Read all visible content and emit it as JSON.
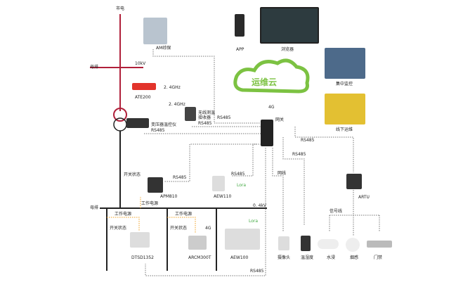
{
  "labels": {
    "mains": "市电",
    "am": "AM综保",
    "app": "APP",
    "browser": "浏览器",
    "busbar_hv": "母排",
    "kv10": "10kV",
    "ghz1": "2. 4GHz",
    "ate": "ATE200",
    "ghz2": "2. 4GHz",
    "receiver": "无线测温\n接收器",
    "rs485_recv": "RS485",
    "rs485_top": "RS485",
    "cloud": "运维云",
    "g4": "4G",
    "gateway": "网关",
    "transformer": "变压器温控仪",
    "rs485_tr": "RS485",
    "central": "集中监控",
    "offline": "线下运维",
    "rs485_r1": "RS485",
    "rs485_r2": "RS485",
    "switch1": "开关状态",
    "apm": "APM810",
    "rs485_apm": "RS485",
    "aew110": "AEW110",
    "rs485_aew": "RS485",
    "lora1": "Lora",
    "netline": "网线",
    "artu": "ARTU",
    "busbar_lv": "母排",
    "power1": "工作电源",
    "kv04": "0. 4kV",
    "signal": "信号线",
    "power2": "工作电源",
    "power3": "工作电源",
    "switch2": "开关状态",
    "switch3": "开关状态",
    "g4b": "4G",
    "lora2": "Lora",
    "dtsd": "DTSD1352",
    "arcm": "ARCM300T",
    "aew100": "AEW100",
    "rs485_bottom": "RS485",
    "camera": "摄像头",
    "th": "温湿度",
    "water": "水浸",
    "smoke": "烟感",
    "door": "门禁"
  },
  "colors": {
    "hv": "#b0203a",
    "cloud": "#7cc242",
    "power": "#f0a020",
    "dotted": "#777777"
  }
}
